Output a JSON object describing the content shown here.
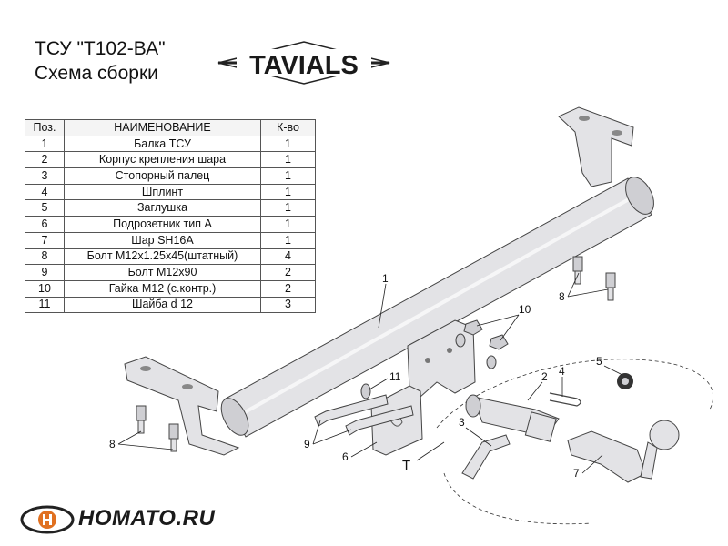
{
  "header": {
    "title_line1": "ТСУ \"Т102-ВА\"",
    "title_line2": "Схема сборки"
  },
  "logo": {
    "text": "TAVIALS"
  },
  "table": {
    "headers": [
      "Поз.",
      "НАИМЕНОВАНИЕ",
      "К-во"
    ],
    "rows": [
      [
        "1",
        "Балка ТСУ",
        "1"
      ],
      [
        "2",
        "Корпус крепления шара",
        "1"
      ],
      [
        "3",
        "Стопорный палец",
        "1"
      ],
      [
        "4",
        "Шплинт",
        "1"
      ],
      [
        "5",
        "Заглушка",
        "1"
      ],
      [
        "6",
        "Подрозетник тип А",
        "1"
      ],
      [
        "7",
        "Шар SH16A",
        "1"
      ],
      [
        "8",
        "Болт М12х1.25х45(штатный)",
        "4"
      ],
      [
        "9",
        "Болт М12х90",
        "2"
      ],
      [
        "10",
        "Гайка М12 (с.контр.)",
        "2"
      ],
      [
        "11",
        "Шайба d 12",
        "3"
      ]
    ]
  },
  "callouts": {
    "c1": "1",
    "c2": "2",
    "c3": "3",
    "c4": "4",
    "c5": "5",
    "c6": "6",
    "c7": "7",
    "c8a": "8",
    "c8b": "8",
    "c9": "9",
    "c10": "10",
    "c11": "11",
    "cT": "T"
  },
  "watermark": {
    "text": "HOMATO.RU"
  }
}
